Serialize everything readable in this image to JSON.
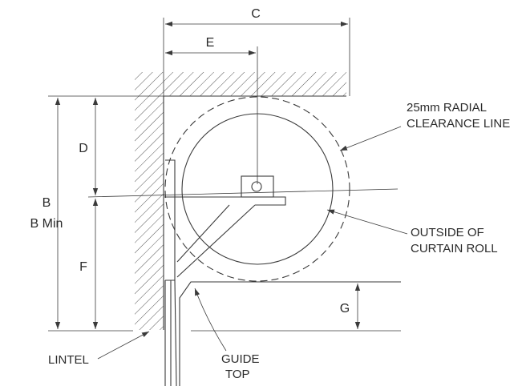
{
  "dimensions": {
    "c": "C",
    "e": "E",
    "d": "D",
    "b": "B",
    "b_min": "B Min",
    "f": "F",
    "g": "G"
  },
  "callouts": {
    "clearance_line_1": "25mm RADIAL",
    "clearance_line_2": "CLEARANCE LINE",
    "curtain_roll_1": "OUTSIDE OF",
    "curtain_roll_2": "CURTAIN ROLL",
    "lintel": "LINTEL",
    "guide_top_1": "GUIDE",
    "guide_top_2": "TOP"
  }
}
